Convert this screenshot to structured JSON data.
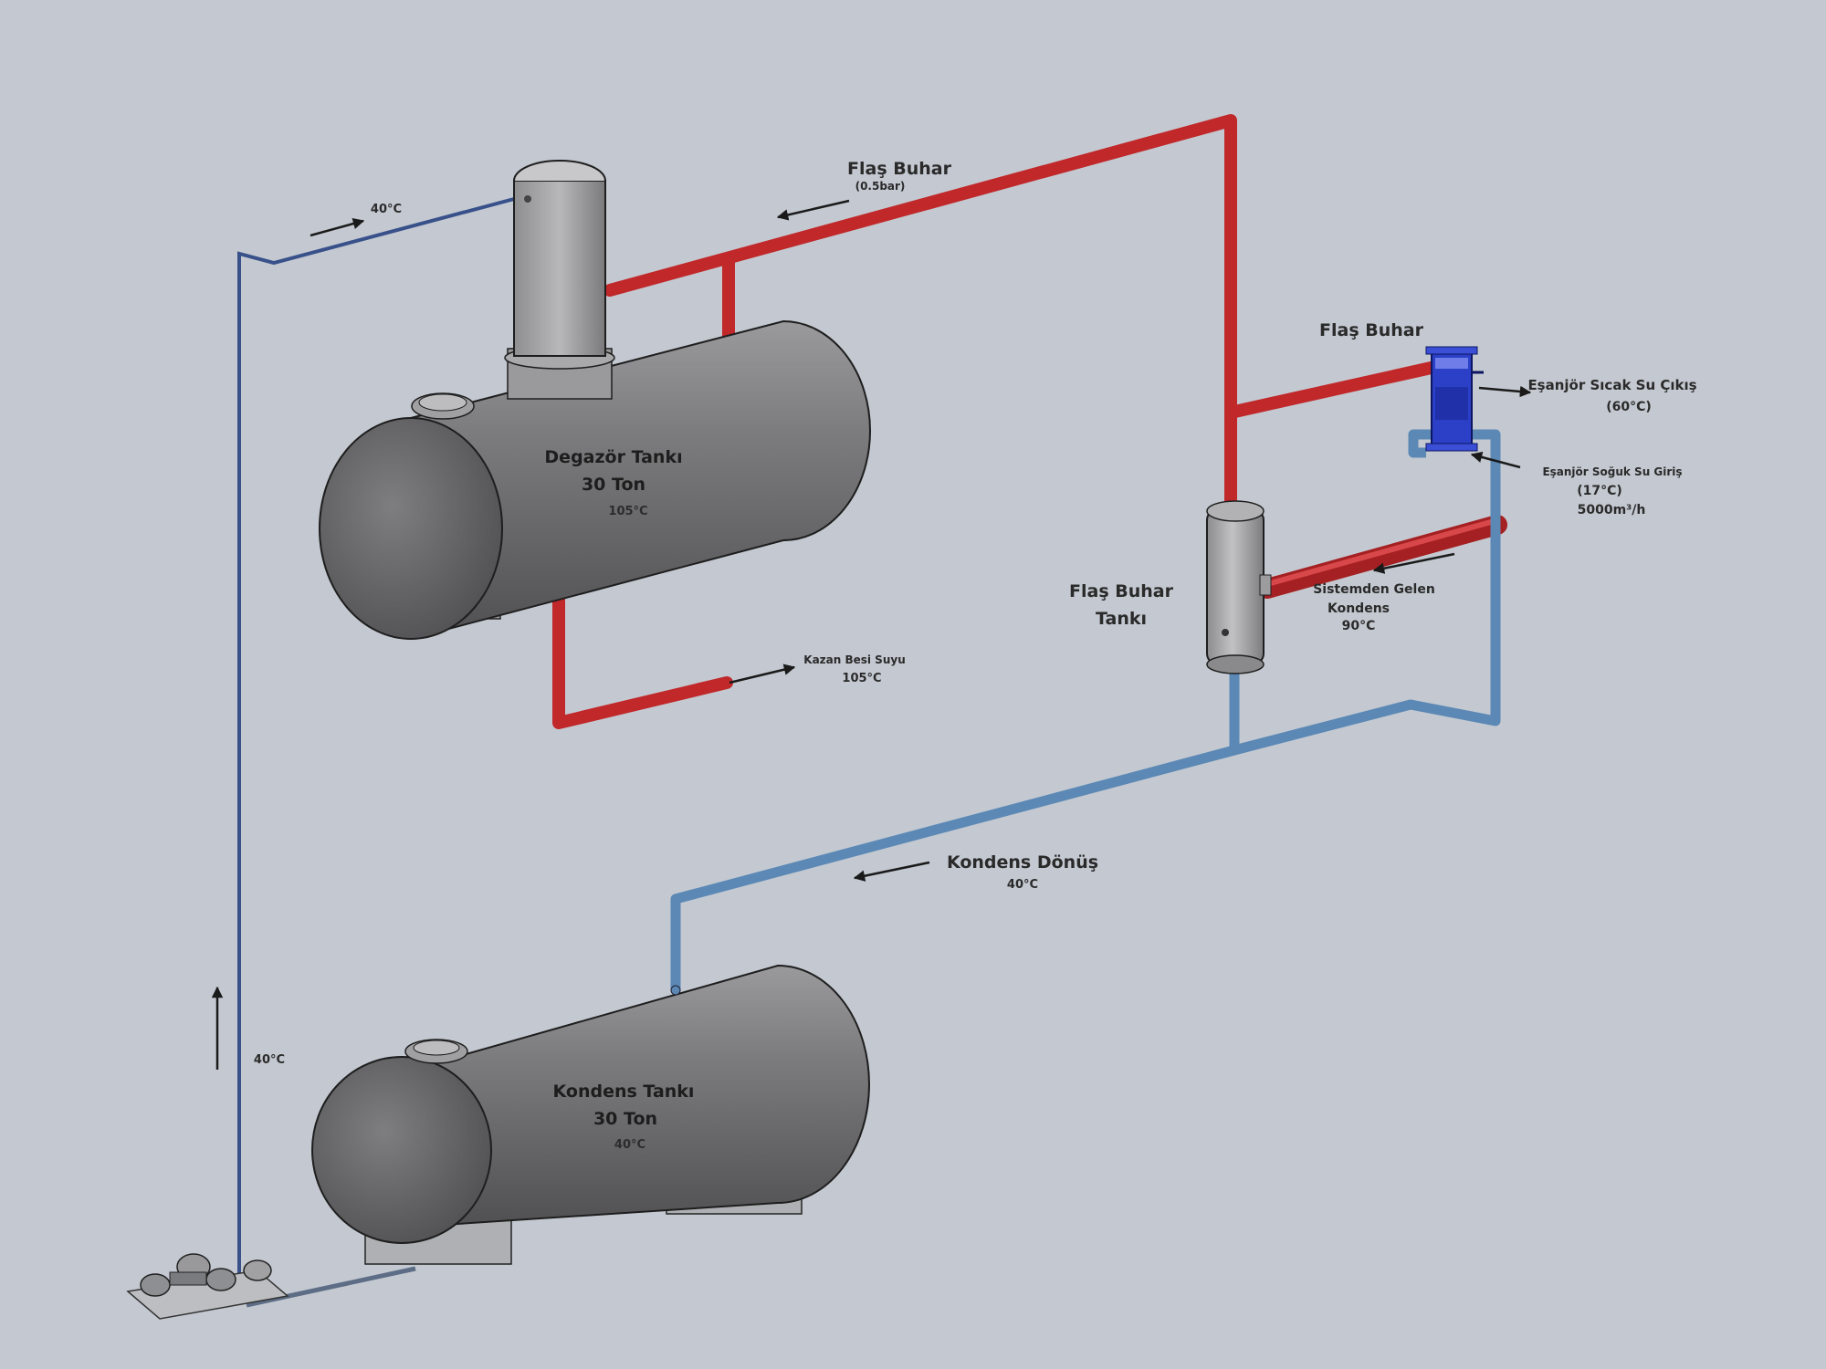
{
  "colors": {
    "background": "#c4c9d1",
    "steam_pipe": "#c0282a",
    "water_pipe": "#5b88b5",
    "tank": "#6f6f71",
    "heat_exchanger": "#2b3fc7"
  },
  "icons": [
    "pump-icon",
    "heat-exchanger-icon",
    "flow-arrow-icon"
  ],
  "degasser_tank": {
    "name": "Degazör Tankı",
    "capacity": "30 Ton",
    "temp": "105°C"
  },
  "condensate_tank": {
    "name": "Kondens Tankı",
    "capacity": "30 Ton",
    "temp": "40°C"
  },
  "flash_tank": {
    "line1": "Flaş Buhar",
    "line2": "Tankı"
  },
  "labels": {
    "flash_steam_top": "Flaş Buhar",
    "flash_steam_top_pressure": "(0.5bar)",
    "flash_steam_right": "Flaş Buhar",
    "feed_water": "Kazan Besi Suyu",
    "feed_water_temp": "105°C",
    "inlet_temp_top": "40°C",
    "pump_riser_temp": "40°C",
    "hx_hot_out": "Eşanjör Sıcak Su Çıkış",
    "hx_hot_out_temp": "(60°C)",
    "hx_cold_in": "Eşanjör Soğuk Su Giriş",
    "hx_cold_in_temp": "(17°C)",
    "hx_cold_in_flow": "5000m³/h",
    "system_condensate_1": "Sistemden Gelen",
    "system_condensate_2": "Kondens",
    "system_condensate_temp": "90°C",
    "condensate_return": "Kondens Dönüş",
    "condensate_return_temp": "40°C"
  }
}
